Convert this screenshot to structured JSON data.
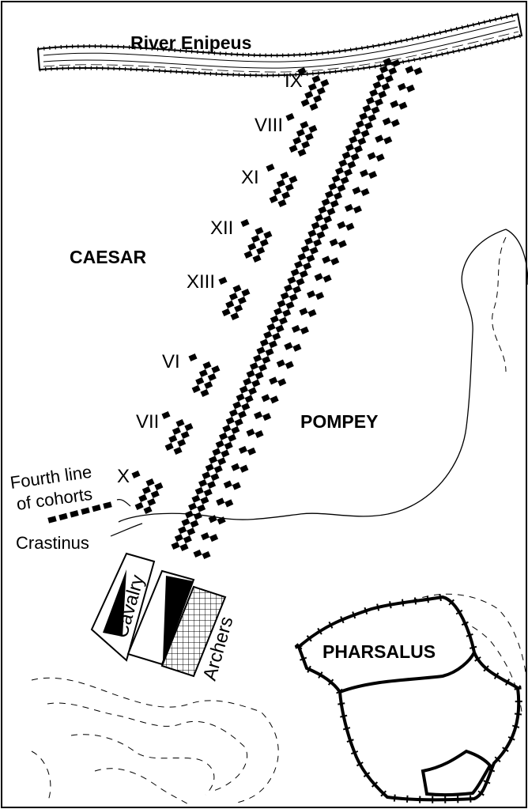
{
  "labels": {
    "river": "River Enipeus",
    "caesar": "CAESAR",
    "pompey": "POMPEY",
    "pharsalus": "PHARSALUS",
    "fourth_line_1": "Fourth line",
    "fourth_line_2": "of cohorts",
    "crastinus": "Crastinus",
    "cavalry": "Cavalry",
    "archers": "Archers"
  },
  "legions": [
    "IX",
    "VIII",
    "XI",
    "XII",
    "XIII",
    "VI",
    "VII",
    "X"
  ],
  "colors": {
    "ink": "#000000",
    "paper": "#ffffff"
  }
}
